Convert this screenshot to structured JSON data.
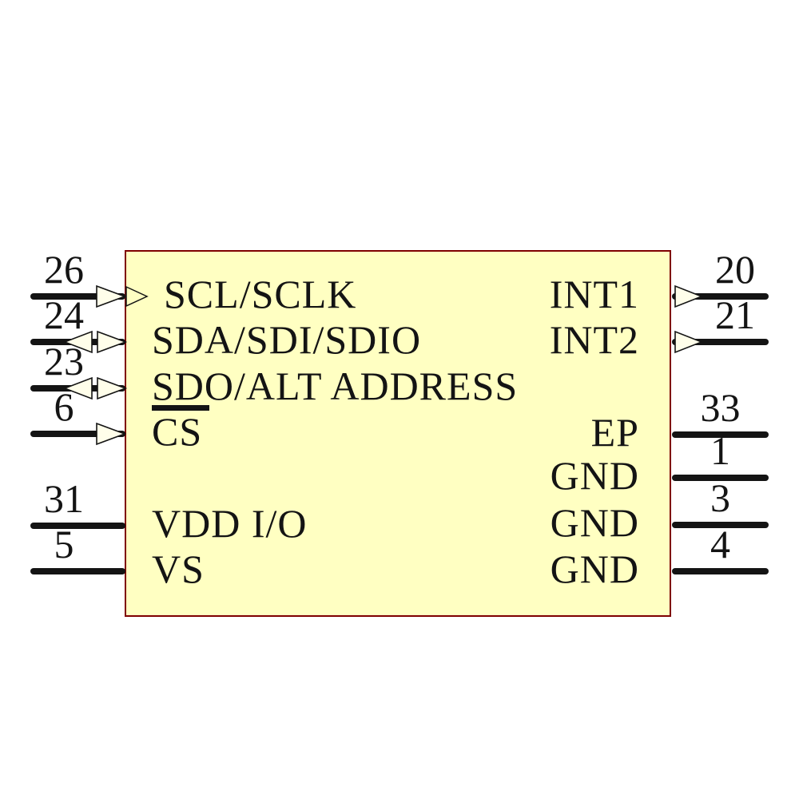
{
  "schematic": {
    "colors": {
      "background": "#FFFFFF",
      "body_fill": "#FFFFC2",
      "body_border": "#7F0000",
      "arrow_fill": "#FFFEEA",
      "ink": "#141414"
    },
    "pins_left": [
      {
        "number": "26",
        "label": "SCL/SCLK",
        "type": "input",
        "clock_marker": true
      },
      {
        "number": "24",
        "label": "SDA/SDI/SDIO",
        "type": "bidirectional"
      },
      {
        "number": "23",
        "label": "SDO/ALT ADDRESS",
        "type": "bidirectional"
      },
      {
        "number": "6",
        "label": "CS",
        "type": "input",
        "active_low": true
      },
      {
        "number": "31",
        "label": "VDD I/O",
        "type": "power"
      },
      {
        "number": "5",
        "label": "VS",
        "type": "power"
      }
    ],
    "pins_right": [
      {
        "number": "20",
        "label": "INT1",
        "type": "output"
      },
      {
        "number": "21",
        "label": "INT2",
        "type": "output"
      },
      {
        "number": "33",
        "label": "EP",
        "type": "passive"
      },
      {
        "number": "1",
        "label": "GND",
        "type": "power"
      },
      {
        "number": "3",
        "label": "GND",
        "type": "power"
      },
      {
        "number": "4",
        "label": "GND",
        "type": "power"
      }
    ]
  }
}
